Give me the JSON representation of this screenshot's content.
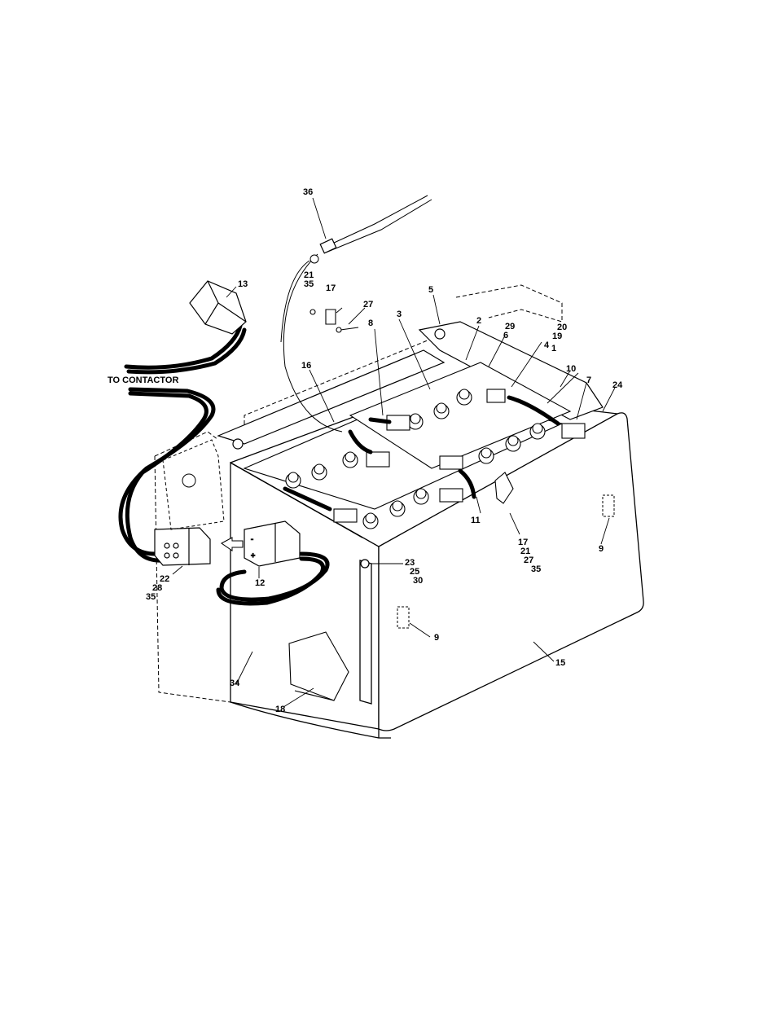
{
  "diagram": {
    "note_label": "TO CONTACTOR",
    "callouts": [
      {
        "id": "c36",
        "lines": [
          "36"
        ]
      },
      {
        "id": "c13",
        "lines": [
          "13"
        ]
      },
      {
        "id": "c21a",
        "lines": [
          "21",
          "35"
        ]
      },
      {
        "id": "c17a",
        "lines": [
          "17"
        ]
      },
      {
        "id": "c27a",
        "lines": [
          "27"
        ]
      },
      {
        "id": "c5",
        "lines": [
          "5"
        ]
      },
      {
        "id": "c3",
        "lines": [
          "3"
        ]
      },
      {
        "id": "c8",
        "lines": [
          "8"
        ]
      },
      {
        "id": "c2",
        "lines": [
          "2"
        ]
      },
      {
        "id": "c29",
        "lines": [
          "29",
          "6"
        ]
      },
      {
        "id": "c20",
        "lines": [
          "20",
          "19",
          "4"
        ]
      },
      {
        "id": "c1",
        "lines": [
          "1"
        ]
      },
      {
        "id": "c16",
        "lines": [
          "16"
        ]
      },
      {
        "id": "c10",
        "lines": [
          "10"
        ]
      },
      {
        "id": "c7",
        "lines": [
          "7"
        ]
      },
      {
        "id": "c24",
        "lines": [
          "24"
        ]
      },
      {
        "id": "c11",
        "lines": [
          "11"
        ]
      },
      {
        "id": "c17b",
        "lines": [
          "17",
          "21",
          "27",
          "35"
        ]
      },
      {
        "id": "c9a",
        "lines": [
          "9"
        ]
      },
      {
        "id": "c22",
        "lines": [
          "22",
          "28",
          "35"
        ]
      },
      {
        "id": "c12",
        "lines": [
          "12"
        ]
      },
      {
        "id": "c23",
        "lines": [
          "23",
          "25",
          "30"
        ]
      },
      {
        "id": "c9b",
        "lines": [
          "9"
        ]
      },
      {
        "id": "c15",
        "lines": [
          "15"
        ]
      },
      {
        "id": "c34",
        "lines": [
          "34"
        ]
      },
      {
        "id": "c18",
        "lines": [
          "18"
        ]
      }
    ]
  }
}
